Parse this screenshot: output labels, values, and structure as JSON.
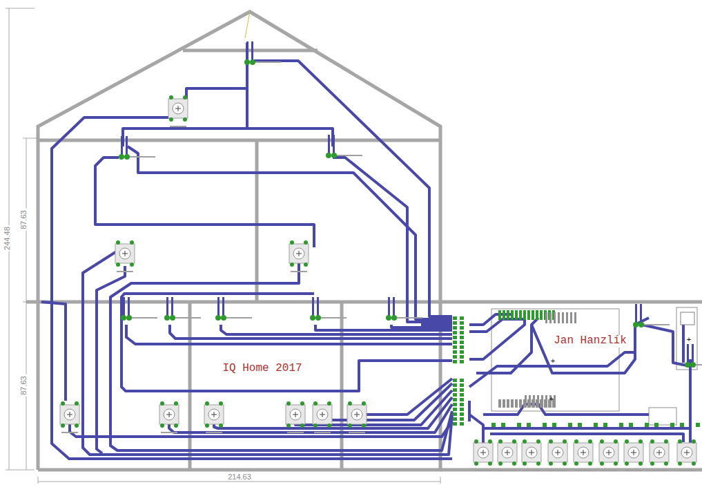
{
  "diagram": {
    "labels": [
      "244.48",
      "87.63",
      "87.63",
      "214.63",
      "IQ Home 2017",
      "Jan Hanzlík",
      "+",
      "+",
      "+"
    ]
  }
}
